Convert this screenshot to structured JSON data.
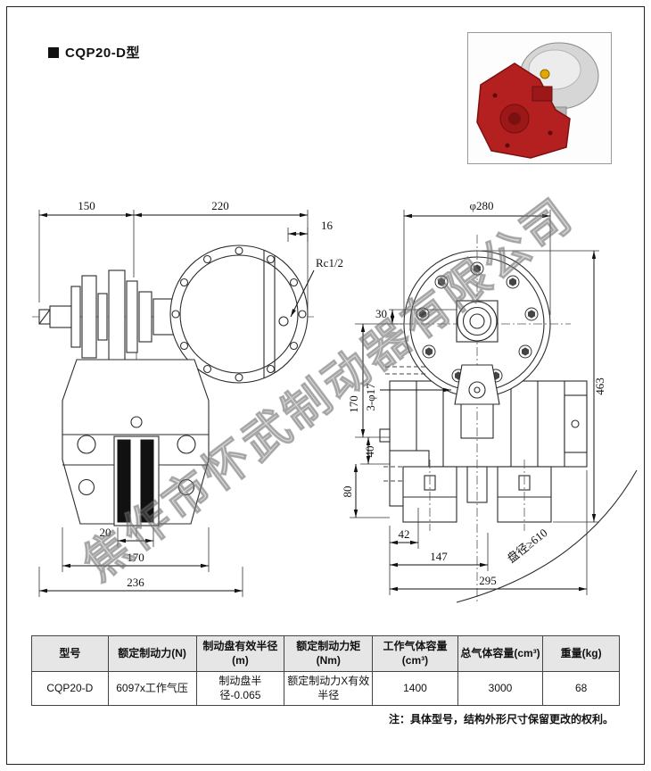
{
  "page": {
    "title": "CQP20-D型",
    "note": "注：具体型号，结构外形尺寸保留更改的权利。",
    "watermark": "焦作市怀武制动器有限公司"
  },
  "drawing": {
    "left_view": {
      "dim_width_left": "150",
      "dim_width_right": "220",
      "dim_flange_offset": "16",
      "port_label": "Rc1/2",
      "dim_pad_gap": "20",
      "dim_mount_width": "170",
      "dim_total_width": "236"
    },
    "right_view": {
      "dim_diameter": "φ280",
      "dim_offset": "30",
      "holes_label": "3-φ17",
      "dim_height_upper": "170",
      "dim_height_mid": "40",
      "dim_height_lower": "80",
      "dim_bottom_small": "42",
      "dim_bottom_mid": "147",
      "dim_bottom_total": "295",
      "dim_total_height": "463",
      "disc_label": "盘径≥610"
    }
  },
  "table": {
    "headers": [
      "型号",
      "额定制动力(N)",
      "制动盘有效半径(m)",
      "额定制动力矩(Nm)",
      "工作气体容量(cm³)",
      "总气体容量(cm³)",
      "重量(kg)"
    ],
    "row": [
      "CQP20-D",
      "6097x工作气压",
      "制动盘半径-0.065",
      "额定制动力X有效半径",
      "1400",
      "3000",
      "68"
    ]
  }
}
